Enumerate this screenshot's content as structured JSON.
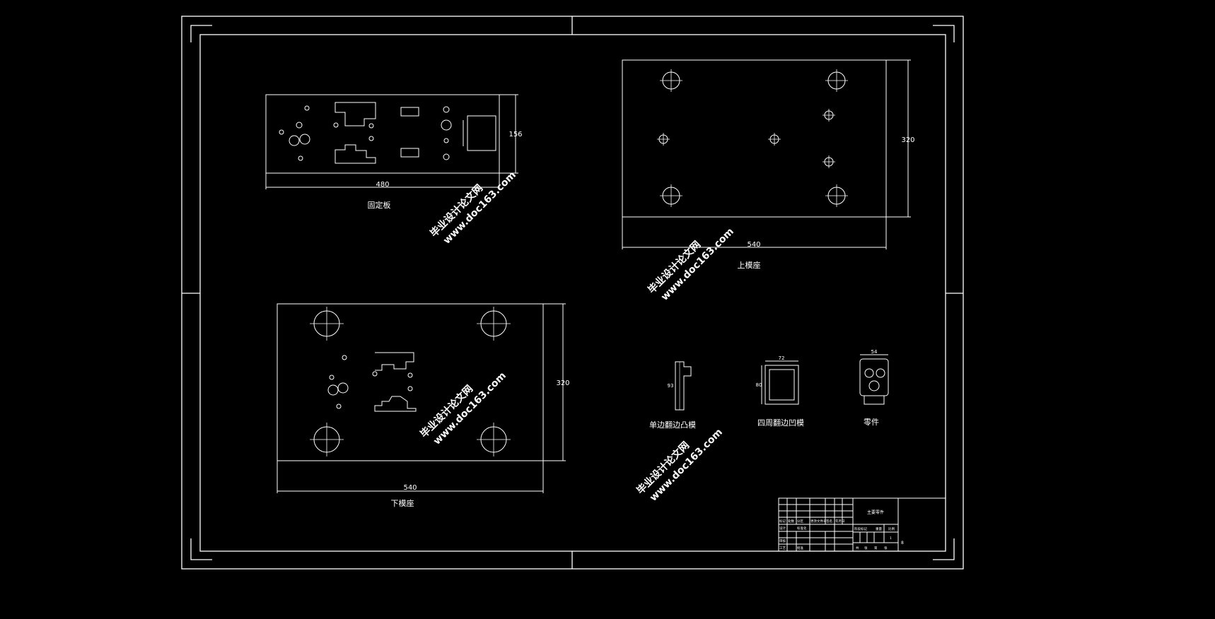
{
  "colors": {
    "background": "#000000",
    "line": "#ffffff",
    "watermark": "#c0392b"
  },
  "fixed_plate": {
    "label": "固定板",
    "width_dim": "480",
    "height_dim": "156"
  },
  "upper_die_base": {
    "label": "上模座",
    "width_dim": "540",
    "height_dim": "320"
  },
  "lower_die_base": {
    "label": "下模座",
    "width_dim": "540",
    "height_dim": "320"
  },
  "small_parts": {
    "punch": {
      "label": "单边翻边凸模",
      "dim": "93"
    },
    "die": {
      "label": "四周翻边凹模",
      "dim_top": "72",
      "dim_side": "80"
    },
    "part": {
      "label": "零件",
      "dim_top": "54"
    }
  },
  "title_block": {
    "drawing_name": "主要零件",
    "row_labels": [
      "标记",
      "处数",
      "分区",
      "更改文件号",
      "签名",
      "年月日"
    ],
    "stage_labels": [
      "阶段标记",
      "重量",
      "比例"
    ],
    "sheet_labels": [
      "共",
      "张",
      "第",
      "张"
    ],
    "design_label": "设计",
    "audit_label": "审核",
    "process_label": "工艺",
    "standard_label": "标准化",
    "approve_label": "批准",
    "scale_value": "1",
    "code": "8"
  },
  "watermarks": [
    {
      "line1": "毕业设计论文网",
      "line2": "www.doc163.com"
    },
    {
      "line1": "毕业设计论文网",
      "line2": "www.doc163.com"
    },
    {
      "line1": "毕业设计论文网",
      "line2": "www.doc163.com"
    },
    {
      "line1": "毕业设计论文网",
      "line2": "www.doc163.com"
    }
  ]
}
